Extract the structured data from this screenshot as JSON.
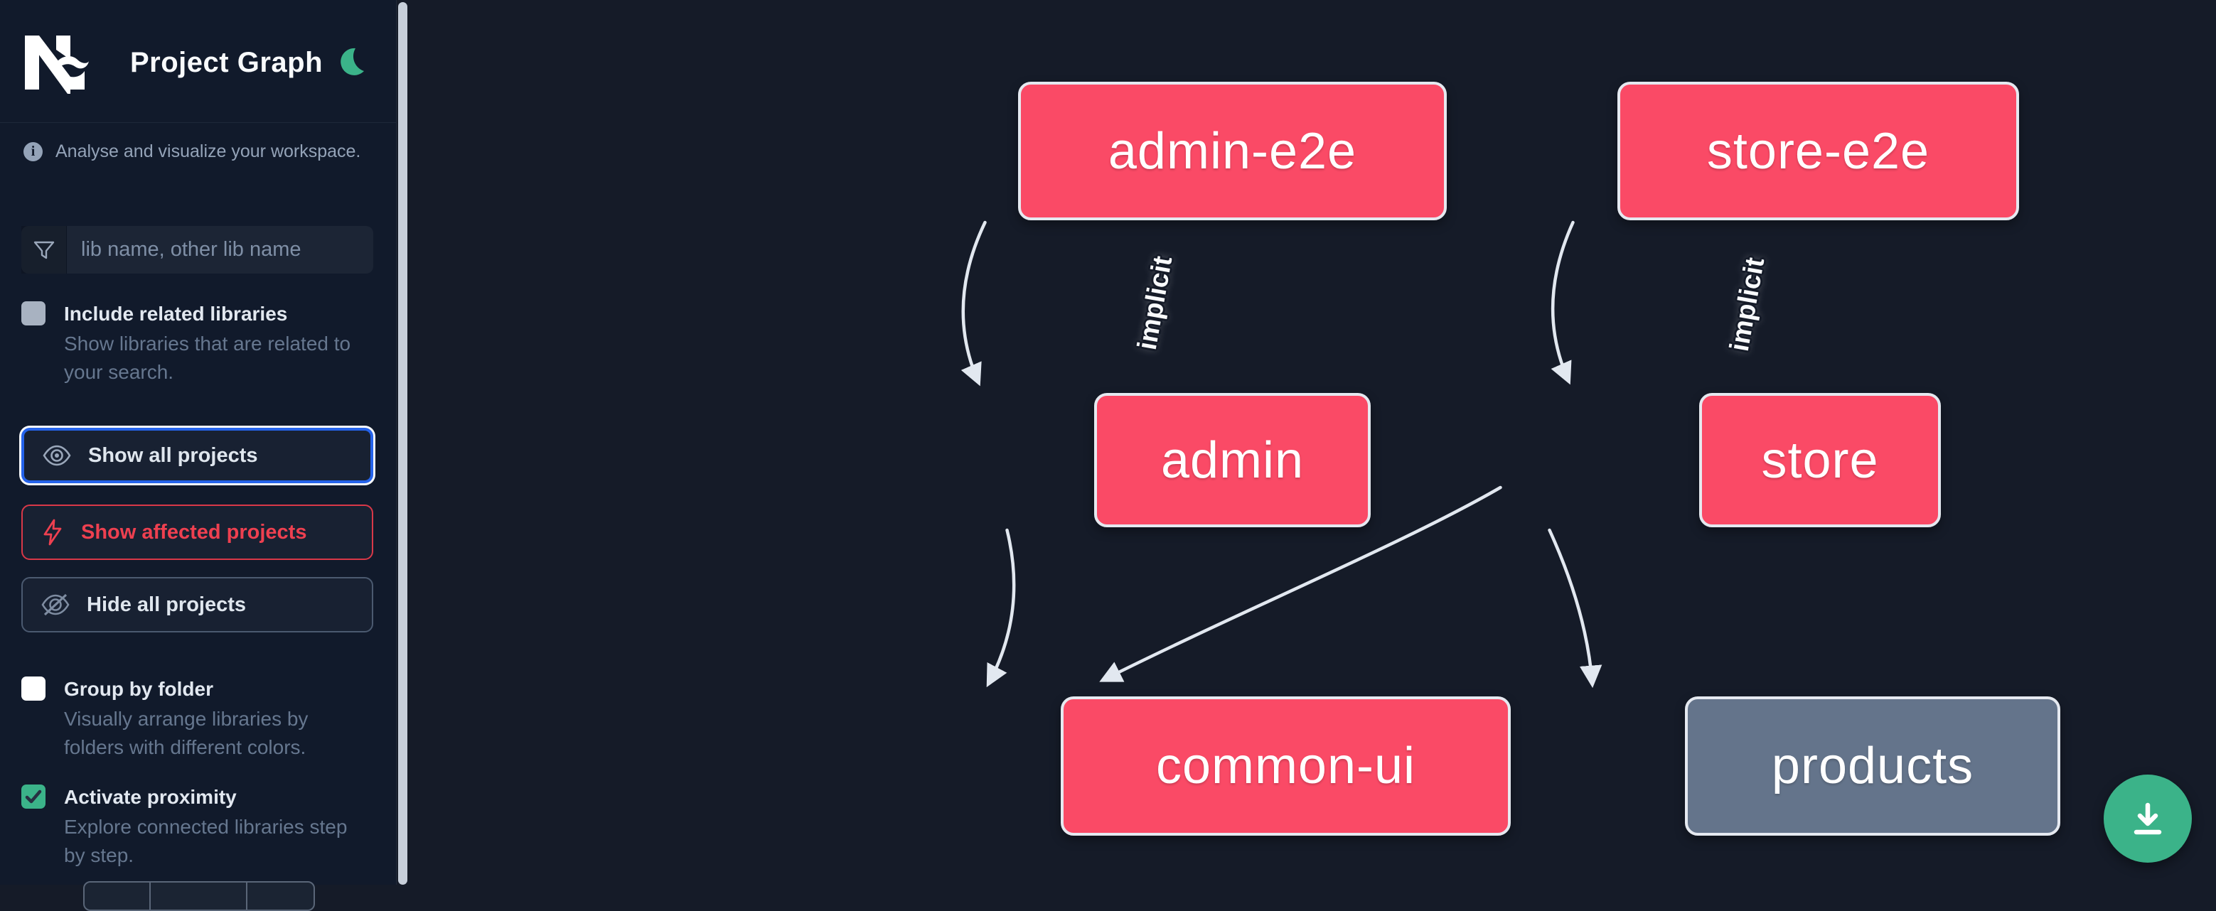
{
  "app": {
    "title": "Project Graph",
    "logo": "Nx",
    "theme_toggle": "dark-mode-moon"
  },
  "sidebar": {
    "tagline": "Analyse and visualize your workspace.",
    "search": {
      "placeholder": "lib name, other lib name",
      "value": ""
    },
    "options": [
      {
        "label": "Include related libraries",
        "description": "Show libraries that are related to your search.",
        "checked": false
      },
      {
        "label": "Group by folder",
        "description": "Visually arrange libraries by folders with different colors.",
        "checked": false
      },
      {
        "label": "Activate proximity",
        "description": "Explore connected libraries step by step.",
        "checked": true
      }
    ],
    "actions": [
      {
        "label": "Show all projects",
        "icon": "eye-icon",
        "state": "focused"
      },
      {
        "label": "Show affected projects",
        "icon": "bolt-icon",
        "accent": "red"
      },
      {
        "label": "Hide all projects",
        "icon": "eye-off-icon"
      }
    ]
  },
  "graph": {
    "nodes": [
      {
        "label": "admin-e2e",
        "style": "highlighted"
      },
      {
        "label": "store-e2e",
        "style": "highlighted"
      },
      {
        "label": "admin",
        "style": "highlighted"
      },
      {
        "label": "store",
        "style": "highlighted"
      },
      {
        "label": "common-ui",
        "style": "highlighted"
      },
      {
        "label": "products",
        "style": "muted"
      }
    ],
    "edges": [
      {
        "from": "admin-e2e",
        "to": "admin",
        "label": "implicit"
      },
      {
        "from": "store-e2e",
        "to": "store",
        "label": "implicit"
      },
      {
        "from": "admin",
        "to": "common-ui",
        "label": ""
      },
      {
        "from": "store",
        "to": "common-ui",
        "label": ""
      },
      {
        "from": "store",
        "to": "products",
        "label": ""
      }
    ]
  },
  "fab": {
    "icon": "download-icon"
  },
  "colors": {
    "sidebar_bg": "#111a2b",
    "canvas_bg": "#151b28",
    "node_highlight": "#fa4a66",
    "node_muted": "#64748b",
    "node_border": "#e5e9f0",
    "edge": "#e2e8f0",
    "focus_ring_blue": "#2563eb",
    "affected_red": "#ee4050",
    "accent_green": "#3bb389",
    "scrollbar": "#c7cfda"
  }
}
